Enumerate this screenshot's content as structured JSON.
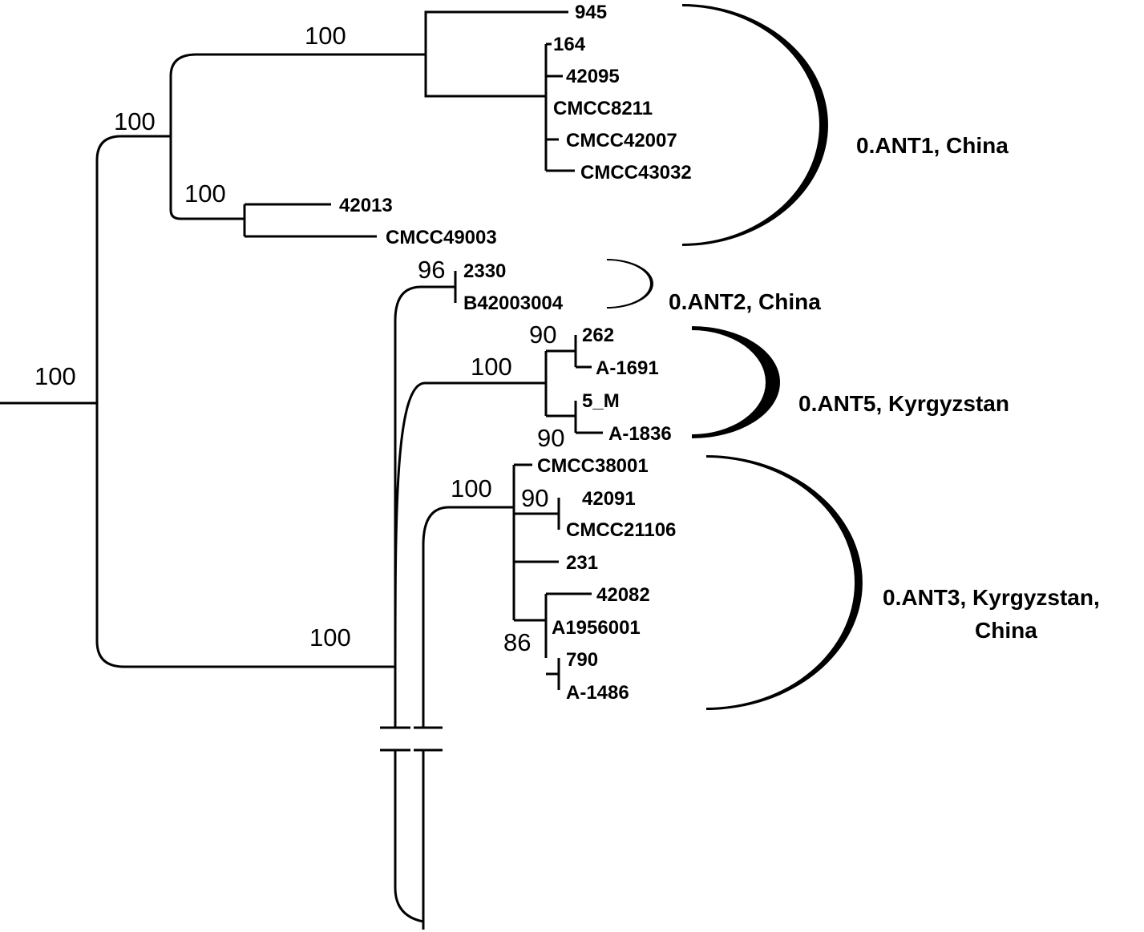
{
  "support_values": {
    "root": "100",
    "ant1_ant_group": "100",
    "ant1_main": "100",
    "ant1_42013_group": "100",
    "ant2": "96",
    "ant5": "100",
    "ant5_262_group": "90",
    "ant5_5m_group": "90",
    "ant3": "100",
    "ant3_42091_group": "90",
    "ant3_a1956001_group": "86",
    "lower_clade": "100"
  },
  "leaves": {
    "l945": "945",
    "l164": "164",
    "l42095": "42095",
    "lCMCC8211": "CMCC8211",
    "lCMCC42007": "CMCC42007",
    "lCMCC43032": "CMCC43032",
    "l42013": "42013",
    "lCMCC49003": "CMCC49003",
    "l2330": "2330",
    "lB42003004": "B42003004",
    "l262": "262",
    "lA1691": "A-1691",
    "l5M": "5_M",
    "lA1836": "A-1836",
    "lCMCC38001": "CMCC38001",
    "l42091": "42091",
    "lCMCC21106": "CMCC21106",
    "l231": "231",
    "l42082": "42082",
    "lA1956001": "A1956001",
    "l790": "790",
    "lA1486": "A-1486"
  },
  "clades": {
    "ant1": "0.ANT1, China",
    "ant2": "0.ANT2, China",
    "ant5": "0.ANT5, Kyrgyzstan",
    "ant3_line1": "0.ANT3, Kyrgyzstan,",
    "ant3_line2": "China"
  }
}
